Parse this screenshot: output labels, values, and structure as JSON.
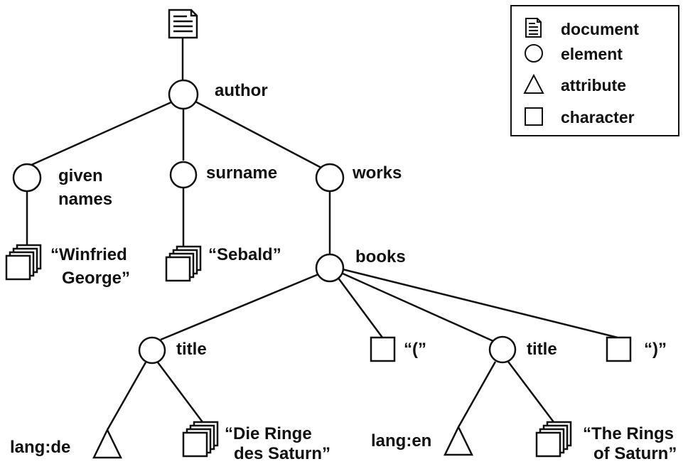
{
  "nodes": {
    "author": "author",
    "given_names_line1": "given",
    "given_names_line2": "names",
    "surname": "surname",
    "works": "works",
    "books": "books",
    "title1": "title",
    "title2": "title"
  },
  "characters": {
    "winfried_line1": "“Winfried",
    "winfried_line2": "George”",
    "sebald": "“Sebald”",
    "open_paren": "“(”",
    "close_paren": "“)”",
    "die_ringe_line1": "“Die Ringe",
    "die_ringe_line2": "des Saturn”",
    "rings_line1": "“The Rings",
    "rings_line2": "of Saturn”"
  },
  "attributes": {
    "lang_de": "lang:de",
    "lang_en": "lang:en"
  },
  "legend": {
    "document": "document",
    "element": "element",
    "attribute": "attribute",
    "character": "character"
  },
  "icons": [
    "document-icon",
    "element-icon",
    "attribute-icon",
    "character-icon"
  ],
  "colors": {
    "stroke": "#111111",
    "background": "#ffffff"
  }
}
